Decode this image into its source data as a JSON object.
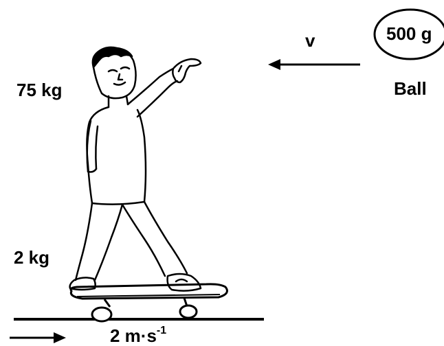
{
  "labels": {
    "person_mass": "75 kg",
    "board_mass": "2 kg",
    "ball_velocity": "v",
    "ball_mass": "500 g",
    "ball": "Ball",
    "speed_main": "2 m·s",
    "speed_exponent": "-1"
  },
  "icons": {
    "person": "person-pointing-icon",
    "skateboard": "skateboard-icon",
    "ball": "ball-icon"
  }
}
